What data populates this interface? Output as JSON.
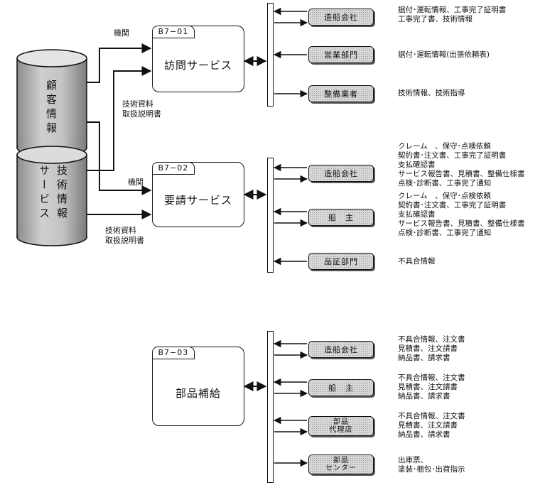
{
  "databases": {
    "customer": {
      "label_chars": [
        "顧",
        "客",
        "情",
        "報"
      ]
    },
    "technical": {
      "col1": [
        "技",
        "術",
        "情",
        "報"
      ],
      "col2": [
        "サ",
        "ー",
        "ビ",
        "ス"
      ]
    }
  },
  "processes": [
    {
      "code": "B7−01",
      "name": "訪問サービス"
    },
    {
      "code": "B7−02",
      "name": "要請サービス"
    },
    {
      "code": "B7−03",
      "name": "部品補給"
    }
  ],
  "edge_labels": {
    "kikan_1": "機関",
    "kikan_2": "機関",
    "tech_docs_1": "技術資料\n取扱説明書",
    "tech_docs_2": "技術資料\n取扱説明書"
  },
  "groups": [
    {
      "nodes": [
        {
          "label": "造船会社",
          "docs": "据付･運転情報、工事完了証明書\n工事完了書、技術情報"
        },
        {
          "label": "営業部門",
          "docs": "据付･運転情報(出張依頼表)"
        },
        {
          "label": "整備業者",
          "docs": "技術情報、技術指導"
        }
      ]
    },
    {
      "nodes": [
        {
          "label": "造船会社",
          "docs": "クレーム　、保守･点検依頼\n契約書･注文書、工事完了証明書\n支払確認書\nサービス報告書、見積書、整備仕様書\n点検･診断書、工事完了通知"
        },
        {
          "label": "船　主",
          "docs": "クレーム　、保守･点検依頼\n契約書･注文書、工事完了証明書\n支払確認書\nサービス報告書、見積書、整備仕様書\n点検･診断書、工事完了通知"
        },
        {
          "label": "品証部門",
          "docs": "不具合情報"
        }
      ]
    },
    {
      "nodes": [
        {
          "label": "造船会社",
          "docs": "不具合情報、注文書\n見積書、注文請書\n納品書、請求書"
        },
        {
          "label": "船　主",
          "docs": "不具合情報、注文書\n見積書、注文請書\n納品書、請求書"
        },
        {
          "label": "部品\n代理店",
          "docs": "不具合情報、注文書\n見積書、注文請書\n納品書、請求書"
        },
        {
          "label": "部品\nセンター",
          "docs": "出庫票、\n塗装･梱包･出荷指示"
        }
      ]
    }
  ],
  "colors": {
    "line": "#111111",
    "node_fill": "#d8d8d8",
    "db_fill": "#bdbdbd"
  }
}
